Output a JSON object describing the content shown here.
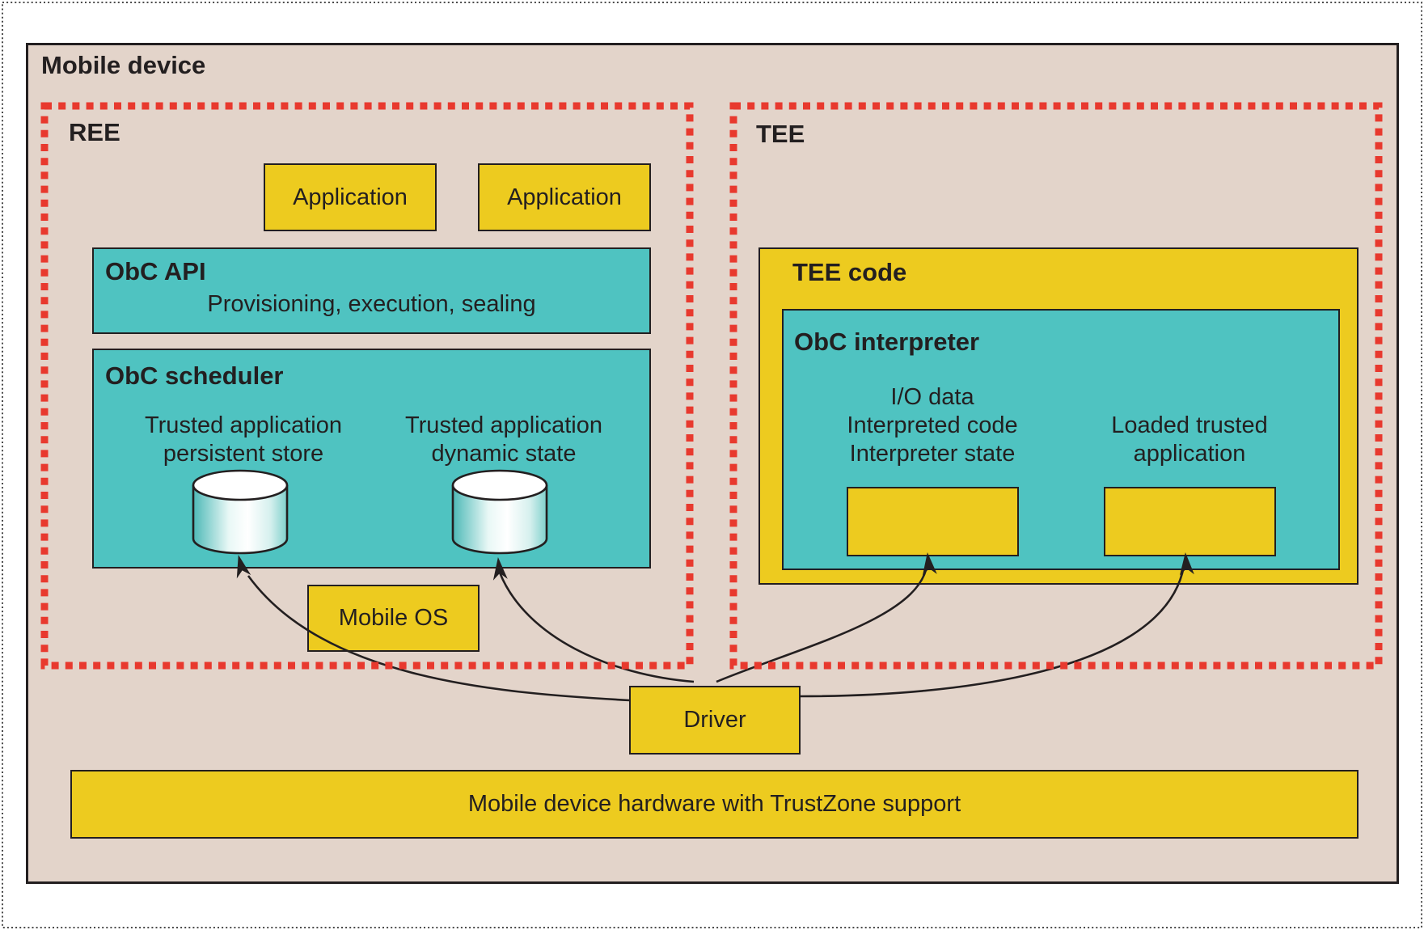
{
  "device": {
    "label": "Mobile device"
  },
  "ree": {
    "label": "REE",
    "applications": [
      {
        "label": "Application"
      },
      {
        "label": "Application"
      }
    ],
    "obc_api": {
      "title": "ObC API",
      "subtitle": "Provisioning, execution, sealing"
    },
    "obc_scheduler": {
      "title": "ObC scheduler",
      "stores": [
        {
          "line1": "Trusted application",
          "line2": "persistent store"
        },
        {
          "line1": "Trusted application",
          "line2": "dynamic state"
        }
      ]
    },
    "mobile_os": {
      "label": "Mobile OS"
    }
  },
  "tee": {
    "label": "TEE",
    "tee_code": {
      "title": "TEE code"
    },
    "interpreter": {
      "title": "ObC interpreter",
      "state_lines": [
        "I/O data",
        "Interpreted code",
        "Interpreter state"
      ],
      "loaded_lines": [
        "Loaded trusted",
        "application"
      ]
    }
  },
  "driver": {
    "label": "Driver"
  },
  "hardware": {
    "label": "Mobile device hardware with TrustZone support"
  },
  "colors": {
    "device_fill": "#e3d4ca",
    "teal_fill": "#4fc3c1",
    "yellow_fill": "#edcb1f",
    "dotted_red": "#e8392e",
    "ink": "#231f20",
    "page_background": "#ffffff"
  }
}
